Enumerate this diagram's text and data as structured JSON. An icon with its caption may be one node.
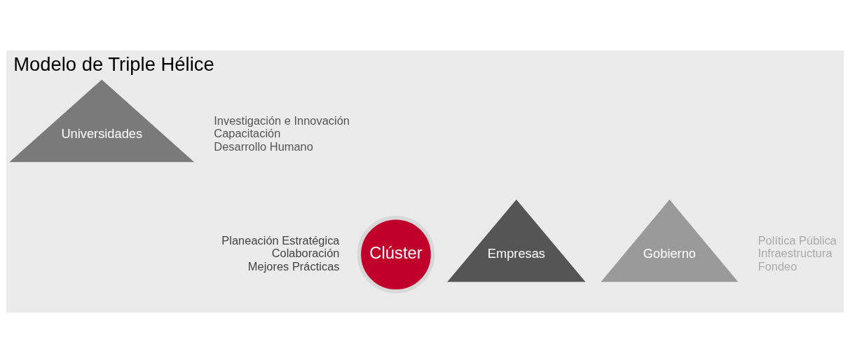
{
  "diagram": {
    "title": "Modelo de Triple Hélice",
    "nodes": [
      {
        "text": [
          "Universidades"
        ],
        "beside": [
          "Investigación e Innovación",
          "Capacitación",
          "Desarrollo Humano"
        ]
      },
      {
        "text": [
          "Clúster"
        ]
      },
      {
        "text": [
          "Empresas"
        ],
        "beside": [
          "Planeación Estratégica",
          "Colaboración",
          "Mejores Prácticas"
        ]
      },
      {
        "text": [
          "Gobierno"
        ],
        "beside": [
          "Política Pública",
          "Infraestructura",
          "Fondeo"
        ]
      }
    ],
    "edges": []
  }
}
